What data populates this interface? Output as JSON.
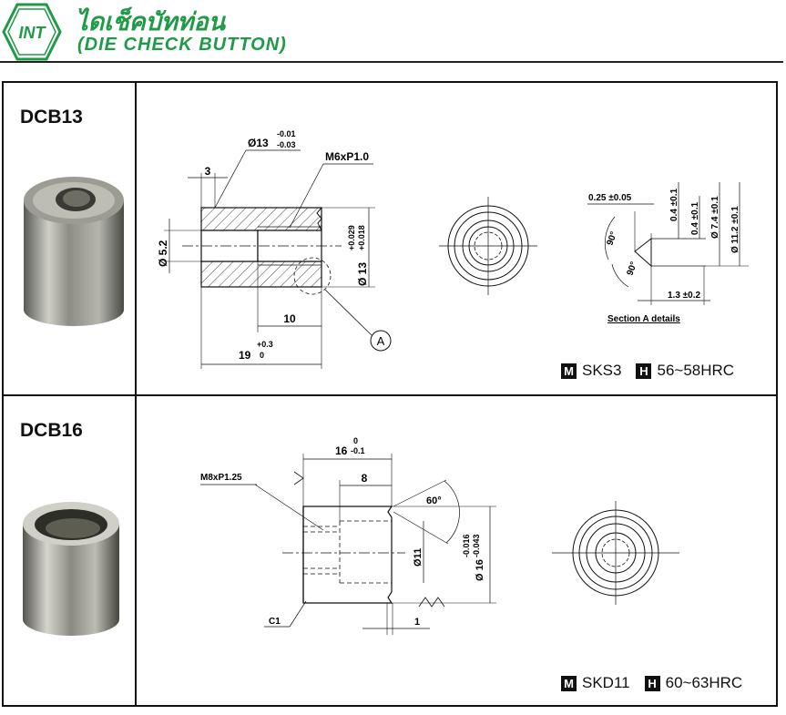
{
  "header": {
    "logo_text": "INT",
    "title_thai": "ไดเช็คบัทท่อน",
    "title_english": "(DIE CHECK BUTTON)",
    "accent_color": "#1f9a46"
  },
  "products": [
    {
      "model": "DCB13",
      "material_code": "M",
      "material": "SKS3",
      "hardness_code": "H",
      "hardness": "56~58HRC",
      "dims": {
        "d13": "Ø13",
        "d13_tol_up": "-0.01",
        "d13_tol_low": "-0.03",
        "w3": "3",
        "thread": "M6xP1.0",
        "d52": "Ø 5.2",
        "d13b": "Ø 13",
        "d13b_tol_up": "+0.029",
        "d13b_tol_low": "+0.018",
        "len10": "10",
        "len19": "19",
        "len19_tol_up": "+0.3",
        "len19_tol_low": "0",
        "callout": "A",
        "sec_025": "0.25 ±0.05",
        "sec_04a": "0.4 ±0.1",
        "sec_04b": "0.4 ±0.1",
        "sec_74": "Ø 7.4 ±0.1",
        "sec_112": "Ø 11.2 ±0.1",
        "sec_ang1": "90°",
        "sec_ang2": "90°",
        "sec_13": "1.3 ±0.2",
        "section_title": "Section A details"
      }
    },
    {
      "model": "DCB16",
      "material_code": "M",
      "material": "SKD11",
      "hardness_code": "H",
      "hardness": "60~63HRC",
      "dims": {
        "len16": "16",
        "len16_tol_up": "0",
        "len16_tol_low": "-0.1",
        "len8": "8",
        "thread": "M8xP1.25",
        "angle": "60°",
        "d11": "Ø11",
        "d16": "Ø 16",
        "d16_tol_up": "-0.016",
        "d16_tol_low": "-0.043",
        "c1": "C1",
        "len1": "1"
      }
    }
  ]
}
